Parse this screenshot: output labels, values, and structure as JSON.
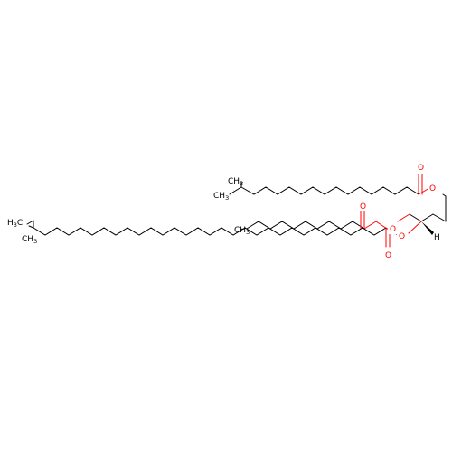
{
  "diagram": {
    "type": "skeletal-structure",
    "colors": {
      "bond": "#000000",
      "oxygen": "#ff0000",
      "background": "#ffffff"
    },
    "atom_labels": {
      "o_ester_top": "O",
      "o_carbonyl_top": "O",
      "o_ester_mid": "O",
      "o_carbonyl_mid": "O",
      "o_ester_bot": "O",
      "o_carbonyl_bot": "O",
      "h_stereo": "H",
      "ch3_top": "CH",
      "ch3_top_sub": "3",
      "ch3_mid": "CH",
      "ch3_mid_sub": "3",
      "h3c_bot_main": "H",
      "h3c_bot_sub": "3",
      "h3c_bot_c": "C",
      "ch3_bot": "CH",
      "ch3_bot_sub": "3"
    }
  }
}
